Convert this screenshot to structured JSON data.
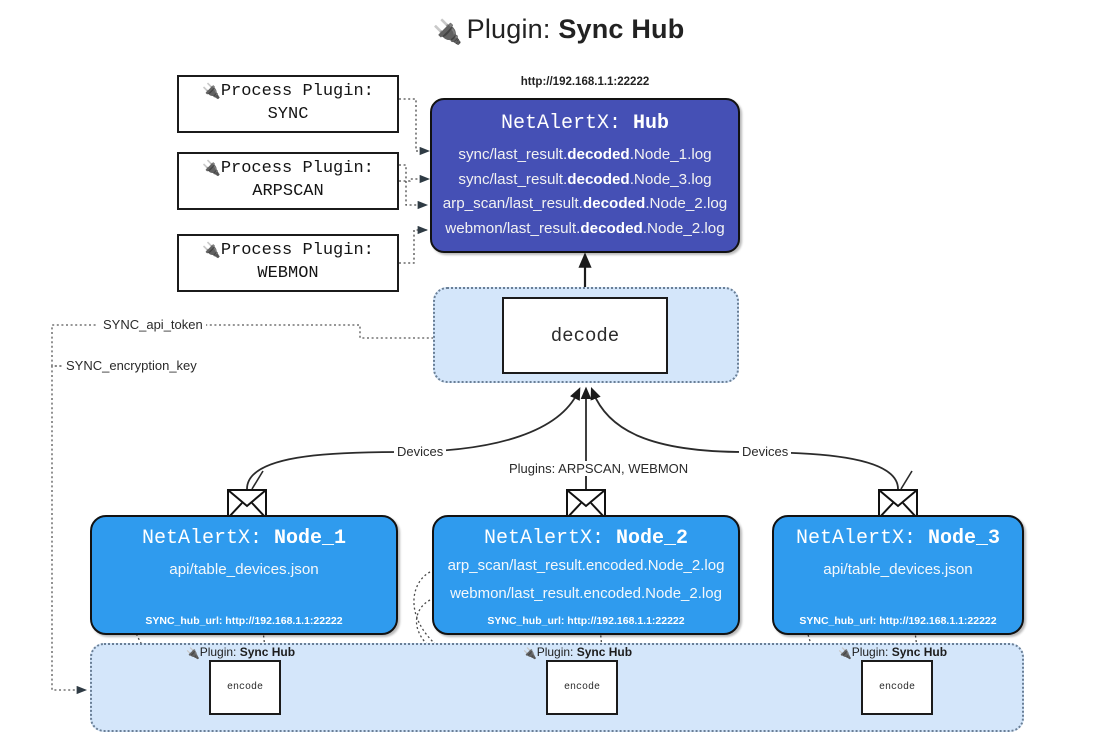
{
  "title": {
    "prefix": "Plugin:",
    "name": "Sync Hub",
    "icon": "plug-icon"
  },
  "process_plugins": [
    {
      "label": "Process Plugin:",
      "name": "SYNC"
    },
    {
      "label": "Process Plugin:",
      "name": "ARPSCAN"
    },
    {
      "label": "Process Plugin:",
      "name": "WEBMON"
    }
  ],
  "hub": {
    "url": "http://192.168.1.1:22222",
    "title_prefix": "NetAlertX:",
    "title_name": "Hub",
    "logs": [
      {
        "pre": "sync/last_result.",
        "bold": "decoded",
        "post": ".Node_1.log"
      },
      {
        "pre": "sync/last_result.",
        "bold": "decoded",
        "post": ".Node_3.log"
      },
      {
        "pre": "arp_scan/last_result.",
        "bold": "decoded",
        "post": ".Node_2.log"
      },
      {
        "pre": "webmon/last_result.",
        "bold": "decoded",
        "post": ".Node_2.log"
      }
    ]
  },
  "decode": {
    "label": "decode"
  },
  "secrets": {
    "api_token": "SYNC_api_token",
    "encryption_key": "SYNC_encryption_key"
  },
  "edges": {
    "devices_left": "Devices",
    "devices_right": "Devices",
    "plugins_mid": "Plugins: ARPSCAN, WEBMON"
  },
  "nodes": [
    {
      "title_prefix": "NetAlertX:",
      "title_name": "Node_1",
      "lines": [
        "api/table_devices.json"
      ],
      "hub_url_label": "SYNC_hub_url: http://192.168.1.1:22222"
    },
    {
      "title_prefix": "NetAlertX:",
      "title_name": "Node_2",
      "lines": [
        "arp_scan/last_result.encoded.Node_2.log",
        "webmon/last_result.encoded.Node_2.log"
      ],
      "hub_url_label": "SYNC_hub_url: http://192.168.1.1:22222"
    },
    {
      "title_prefix": "NetAlertX:",
      "title_name": "Node_3",
      "lines": [
        "api/table_devices.json"
      ],
      "hub_url_label": "SYNC_hub_url: http://192.168.1.1:22222"
    }
  ],
  "encoders": [
    {
      "tag_prefix": "Plugin:",
      "tag_name": "Sync Hub",
      "label": "encode"
    },
    {
      "tag_prefix": "Plugin:",
      "tag_name": "Sync Hub",
      "label": "encode"
    },
    {
      "tag_prefix": "Plugin:",
      "tag_name": "Sync Hub",
      "label": "encode"
    }
  ],
  "colors": {
    "hub_blue": "#4550b5",
    "node_blue": "#2f9bee",
    "zone_blue": "#d4e6fa",
    "stroke": "#121212",
    "background": "#ffffff"
  }
}
